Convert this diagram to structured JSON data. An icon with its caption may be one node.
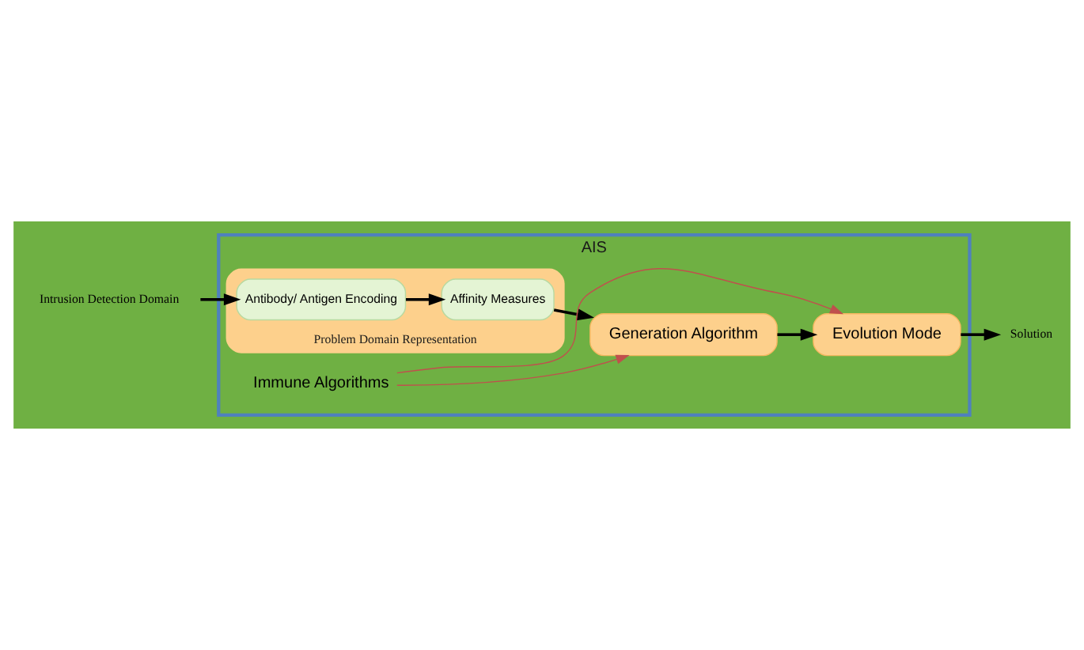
{
  "diagram": {
    "nodes": [
      {
        "text": [
          "AIS"
        ]
      },
      {
        "text": [
          "Intrusion Detection Domain"
        ]
      },
      {
        "text": [
          "Problem Domain Representation"
        ],
        "in": 0
      },
      {
        "text": [
          "Antibody/ Antigen Encoding"
        ],
        "in": 2
      },
      {
        "text": [
          "Affinity Measures"
        ],
        "in": 2
      },
      {
        "text": [
          "Generation Algorithm"
        ],
        "in": 0
      },
      {
        "text": [
          "Evolution Mode"
        ],
        "in": 0
      },
      {
        "text": [
          "Solution"
        ]
      },
      {
        "text": [
          "Immune Algorithms"
        ],
        "in": 0
      }
    ],
    "edges": [
      {
        "from": 1,
        "to": 3,
        "arrow": "to"
      },
      {
        "from": 3,
        "to": 4,
        "arrow": "to"
      },
      {
        "from": 4,
        "to": 5,
        "arrow": "to"
      },
      {
        "from": 5,
        "to": 6,
        "arrow": "to"
      },
      {
        "from": 6,
        "to": 7,
        "arrow": "to"
      },
      {
        "from": 8,
        "to": 5,
        "arrow": "to",
        "color": "#c0504d"
      },
      {
        "from": 8,
        "to": 6,
        "arrow": "to",
        "color": "#c0504d"
      }
    ]
  }
}
